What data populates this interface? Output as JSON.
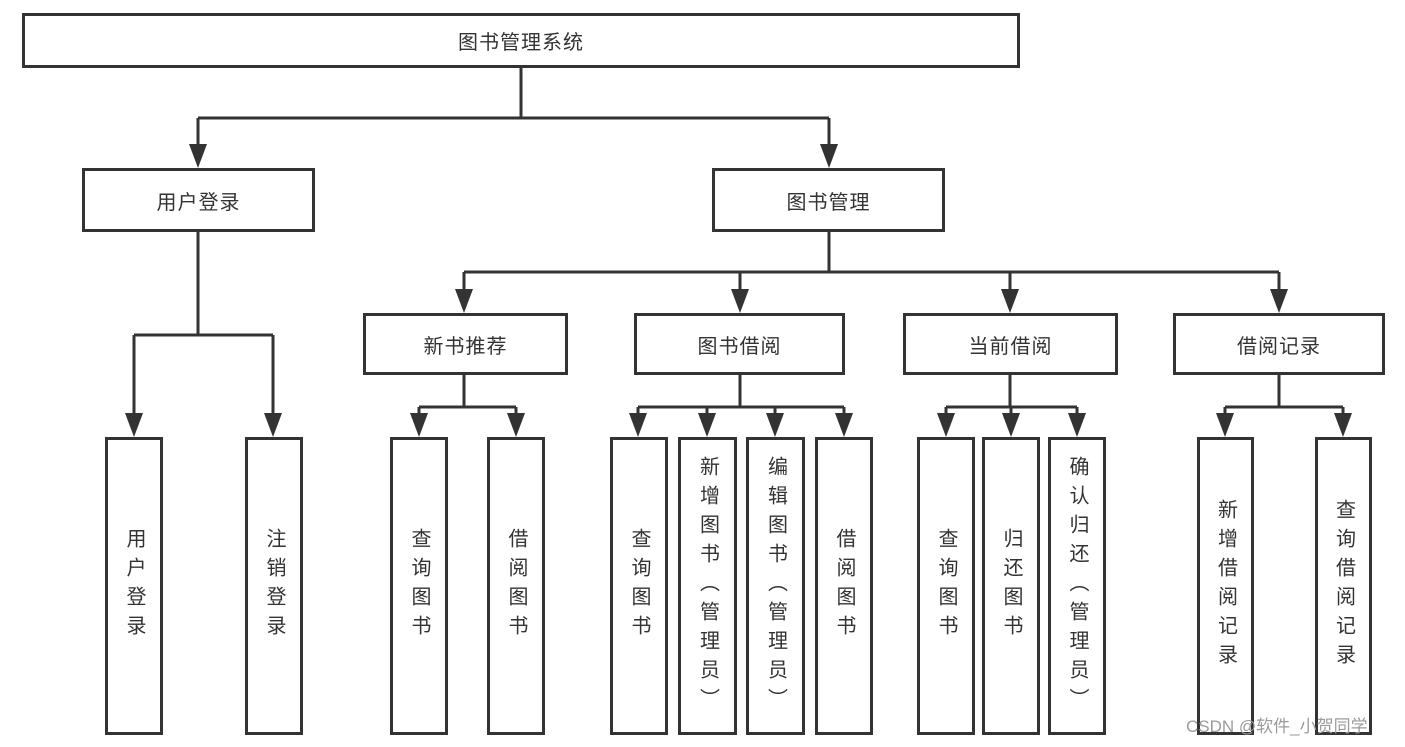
{
  "tree": {
    "root": {
      "label": "图书管理系统"
    },
    "branches": [
      {
        "label": "用户登录",
        "children": [
          {
            "label": "用户登录"
          },
          {
            "label": "注销登录"
          }
        ]
      },
      {
        "label": "图书管理",
        "groups": [
          {
            "label": "新书推荐",
            "children": [
              {
                "label": "查询图书"
              },
              {
                "label": "借阅图书"
              }
            ]
          },
          {
            "label": "图书借阅",
            "children": [
              {
                "label": "查询图书"
              },
              {
                "label": "新增图书（管理员）"
              },
              {
                "label": "编辑图书（管理员）"
              },
              {
                "label": "借阅图书"
              }
            ]
          },
          {
            "label": "当前借阅",
            "children": [
              {
                "label": "查询图书"
              },
              {
                "label": "归还图书"
              },
              {
                "label": "确认归还（管理员）"
              }
            ]
          },
          {
            "label": "借阅记录",
            "children": [
              {
                "label": "新增借阅记录"
              },
              {
                "label": "查询借阅记录"
              }
            ]
          }
        ]
      }
    ]
  },
  "watermark": {
    "text": "CSDN @软件_小贺同学"
  },
  "colors": {
    "line": "#333333",
    "watermark": "#9b9b9b"
  }
}
